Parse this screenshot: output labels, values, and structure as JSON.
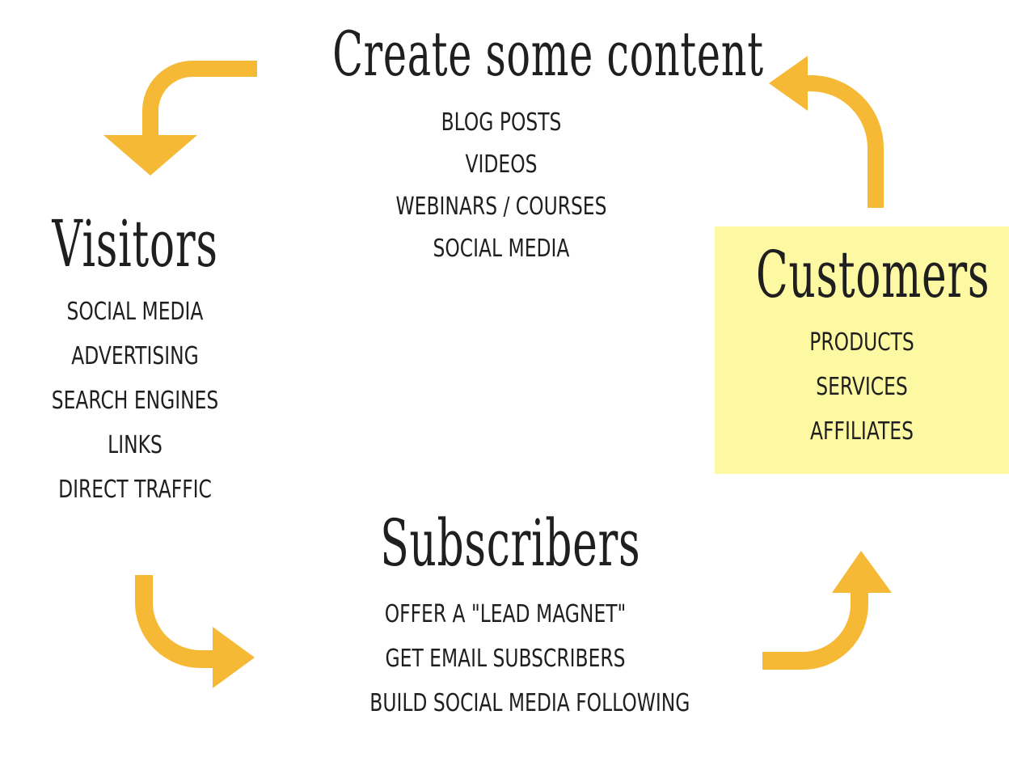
{
  "accent_color": "#f5b935",
  "highlight_color": "#fdf9a3",
  "content": {
    "title": "Create some content",
    "items": [
      "BLOG POSTS",
      "VIDEOS",
      "WEBINARS / COURSES",
      "SOCIAL MEDIA"
    ]
  },
  "visitors": {
    "title": "Visitors",
    "items": [
      "SOCIAL MEDIA",
      "ADVERTISING",
      "SEARCH ENGINES",
      "LINKS",
      "DIRECT TRAFFIC"
    ]
  },
  "customers": {
    "title": "Customers",
    "items": [
      "PRODUCTS",
      "SERVICES",
      "AFFILIATES"
    ]
  },
  "subscribers": {
    "title": "Subscribers",
    "items": [
      "OFFER A \"LEAD MAGNET\"",
      "GET EMAIL SUBSCRIBERS",
      "BUILD SOCIAL MEDIA FOLLOWING"
    ]
  },
  "arrows": [
    {
      "name": "arrow-content-to-visitors",
      "icon": "curved-arrow-down-left-icon"
    },
    {
      "name": "arrow-visitors-to-subscribers",
      "icon": "curved-arrow-down-right-icon"
    },
    {
      "name": "arrow-subscribers-to-customers",
      "icon": "curved-arrow-up-right-icon"
    },
    {
      "name": "arrow-customers-to-content",
      "icon": "curved-arrow-up-left-icon"
    }
  ]
}
